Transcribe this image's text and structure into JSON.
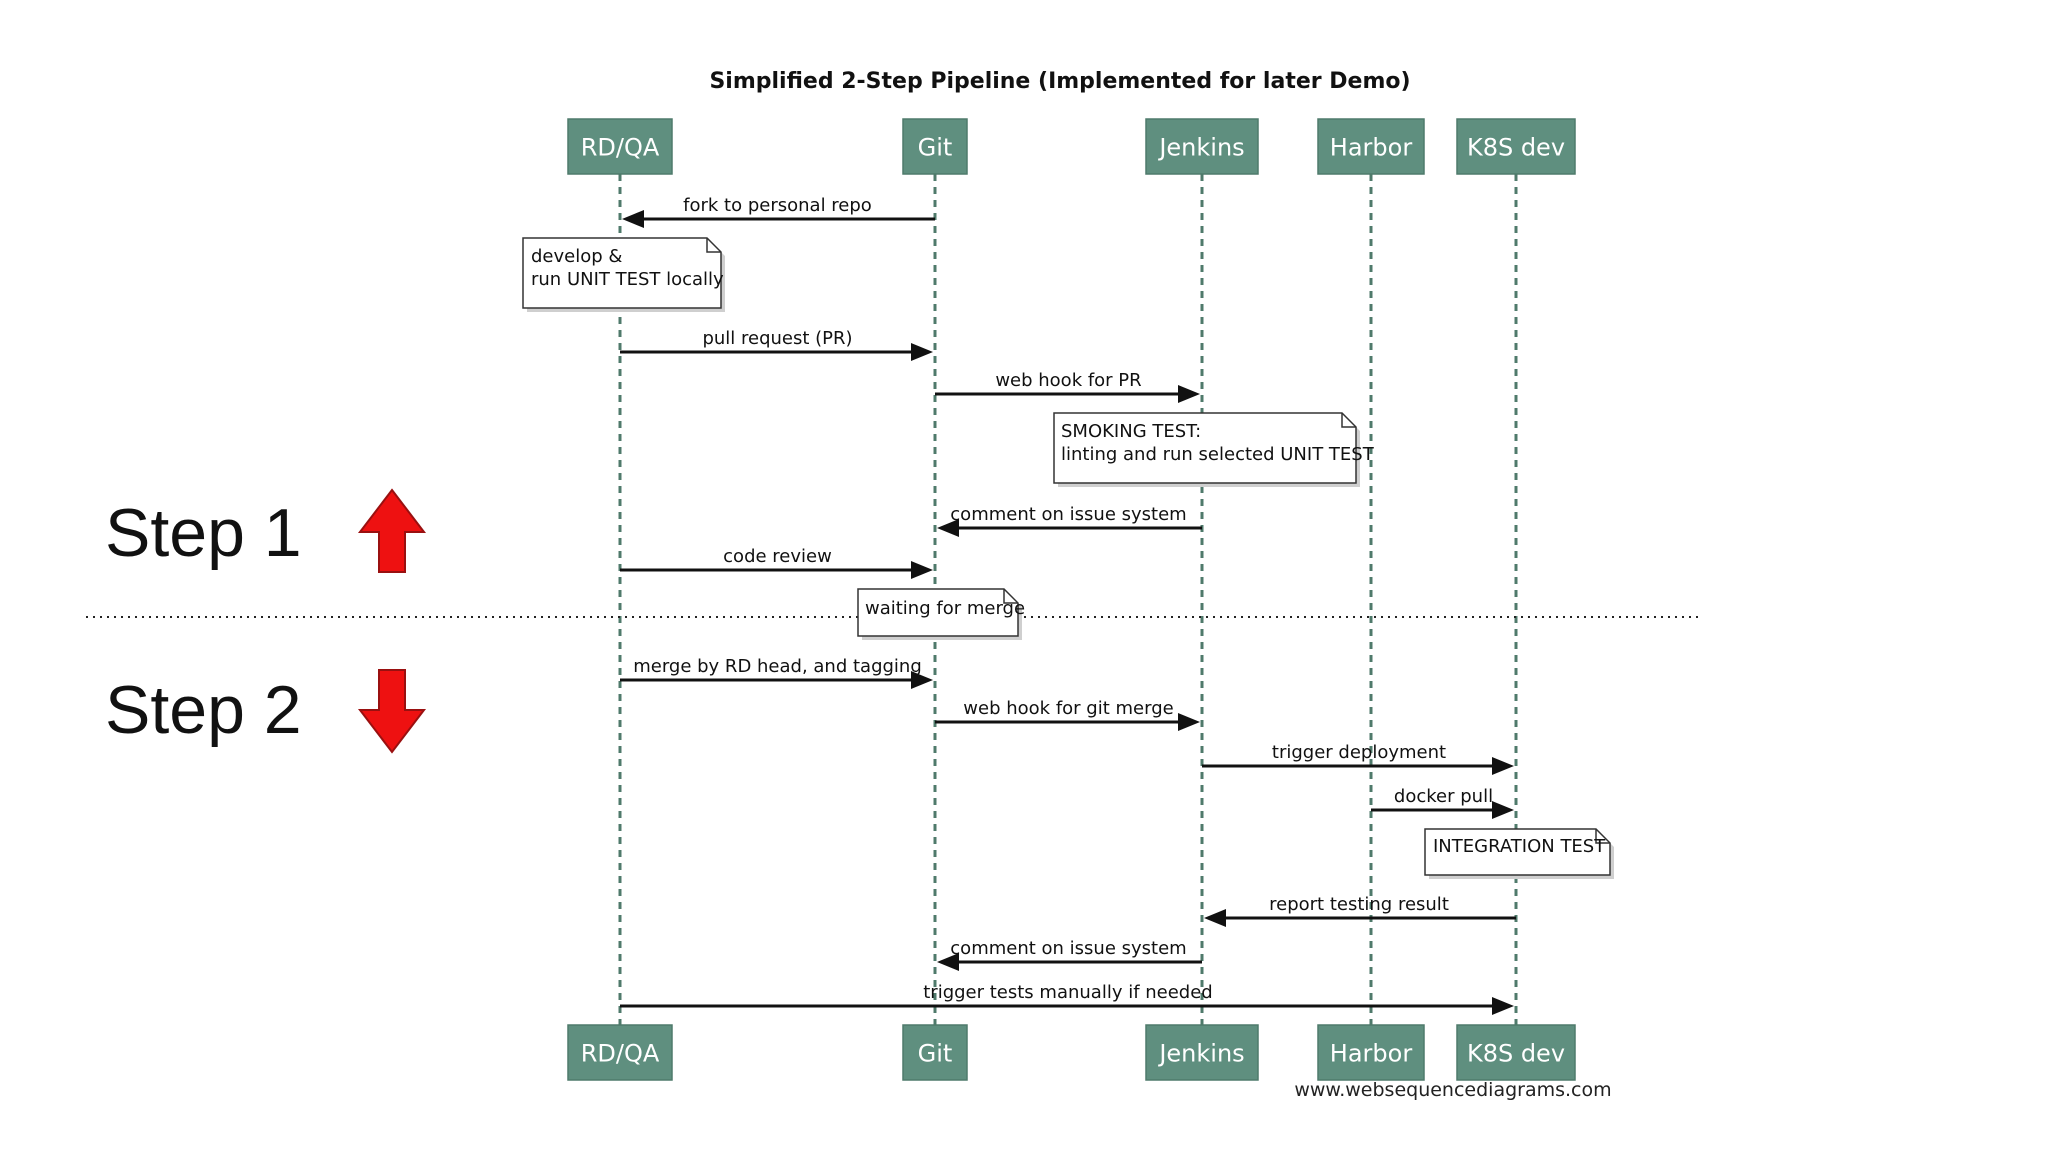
{
  "title": "Simplified 2-Step Pipeline (Implemented for later Demo)",
  "actors": [
    {
      "id": "rdqa",
      "label": "RD/QA"
    },
    {
      "id": "git",
      "label": "Git"
    },
    {
      "id": "jenkins",
      "label": "Jenkins"
    },
    {
      "id": "harbor",
      "label": "Harbor"
    },
    {
      "id": "k8s",
      "label": "K8S dev"
    }
  ],
  "messages": [
    {
      "from": "git",
      "to": "rdqa",
      "label": "fork to personal repo"
    },
    {
      "from": "rdqa",
      "to": "git",
      "label": "pull request (PR)"
    },
    {
      "from": "git",
      "to": "jenkins",
      "label": "web hook for PR"
    },
    {
      "from": "jenkins",
      "to": "git",
      "label": "comment on issue system"
    },
    {
      "from": "rdqa",
      "to": "git",
      "label": "code review"
    },
    {
      "from": "rdqa",
      "to": "git",
      "label": "merge by RD head, and tagging"
    },
    {
      "from": "git",
      "to": "jenkins",
      "label": "web hook for git merge"
    },
    {
      "from": "jenkins",
      "to": "k8s",
      "label": "trigger deployment"
    },
    {
      "from": "harbor",
      "to": "k8s",
      "label": "docker pull"
    },
    {
      "from": "k8s",
      "to": "jenkins",
      "label": "report testing result"
    },
    {
      "from": "jenkins",
      "to": "git",
      "label": "comment on issue system"
    },
    {
      "from": "rdqa",
      "to": "k8s",
      "label": "trigger tests manually if needed"
    }
  ],
  "notes": [
    {
      "lines": [
        "develop &",
        "run UNIT TEST locally"
      ]
    },
    {
      "lines": [
        "SMOKING TEST:",
        "linting and run selected UNIT TEST"
      ]
    },
    {
      "lines": [
        "waiting for merge"
      ]
    },
    {
      "lines": [
        "INTEGRATION TEST"
      ]
    }
  ],
  "steps": [
    {
      "label": "Step 1",
      "direction": "up"
    },
    {
      "label": "Step 2",
      "direction": "down"
    }
  ],
  "footer": "www.websequencediagrams.com"
}
